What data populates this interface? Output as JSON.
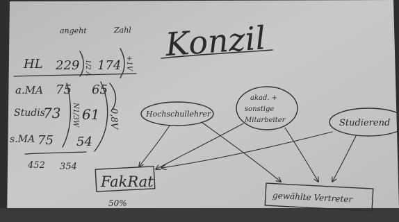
{
  "title": "Konzil",
  "header": {
    "col1": "angeht",
    "col2": "Zahl"
  },
  "left_table": [
    {
      "label": "HL",
      "value1": "229",
      "value2": "174"
    },
    {
      "label": "a.MA",
      "value1": "75",
      "value2": "65"
    },
    {
      "label": "Studis",
      "value1": "73",
      "value2": "61"
    },
    {
      "label": "s.MA",
      "value1": "75",
      "value2": "54"
    }
  ],
  "bracket_notes": {
    "hl_side": "1/2 A",
    "hl_right": "+1V",
    "group_side": "N1/3W",
    "group_right": "0,8V"
  },
  "totals": {
    "a": "452",
    "b": "354"
  },
  "nodes": {
    "hochschullehrer": "Hochschullehrer",
    "akad_line1": "akad. +",
    "akad_line2": "sonstige",
    "akad_line3": "Mitarbeiter",
    "studierende": "Studierend",
    "fakrat": "FakRat",
    "vertreter": "gewählte Vertreter"
  },
  "percent": "50%"
}
